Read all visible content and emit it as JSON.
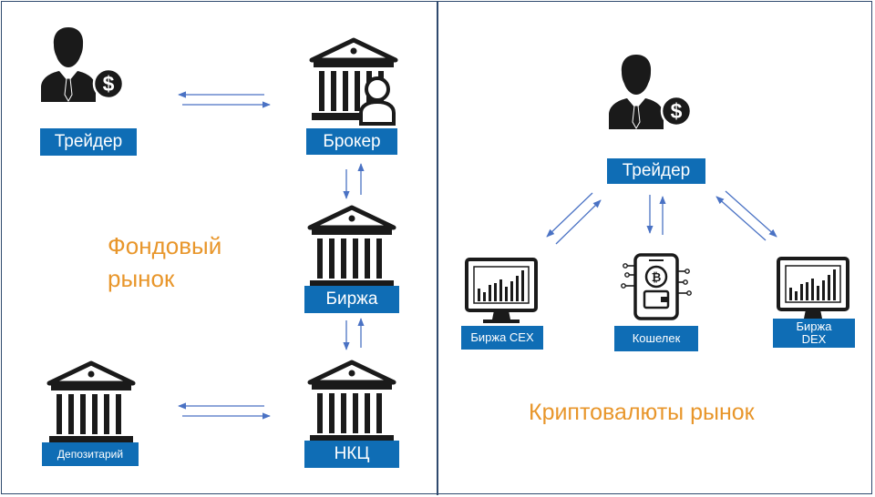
{
  "stock_market": {
    "title_line1": "Фондовый",
    "title_line2": "рынок",
    "nodes": {
      "trader": "Трейдер",
      "broker": "Брокер",
      "exchange": "Биржа",
      "depository": "Депозитарий",
      "clearing": "НКЦ"
    }
  },
  "crypto_market": {
    "title": "Криптовалюты рынок",
    "nodes": {
      "trader": "Трейдер",
      "cex": "Биржа CEX",
      "wallet": "Кошелек",
      "dex": "Биржа DEX"
    }
  },
  "colors": {
    "label_bg": "#0f6db5",
    "title_orange": "#e8962b",
    "arrow": "#4a72c4",
    "border": "#2f4a6e",
    "icon": "#1a1a1a"
  },
  "icons": [
    "trader-dollar-icon",
    "bank-person-icon",
    "bank-icon",
    "monitor-chart-icon",
    "crypto-wallet-phone-icon"
  ]
}
